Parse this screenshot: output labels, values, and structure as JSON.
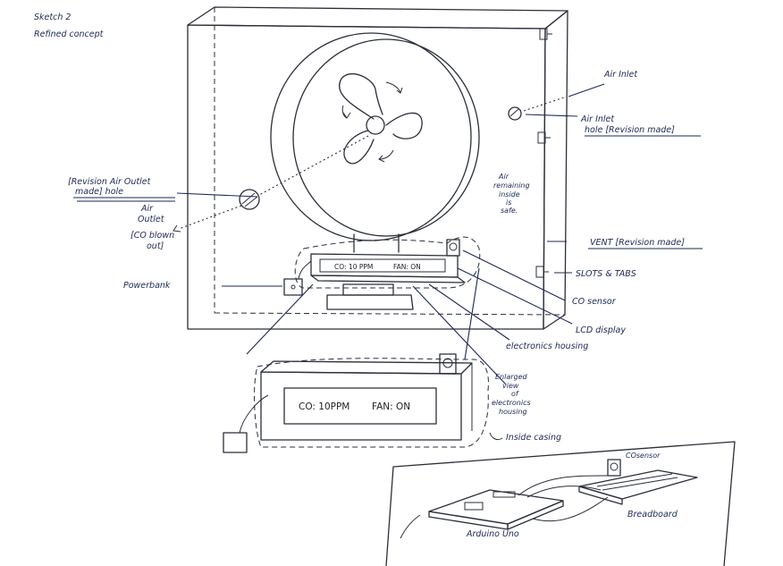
{
  "sketch": {
    "title": "Sketch 2",
    "subtitle": "Refined concept"
  },
  "labels": {
    "air_inlet": "Air Inlet",
    "air_inlet_hole_line1": "Air Inlet",
    "air_inlet_hole_line2": "hole  [Revision made]",
    "revision_outlet_line1": "[Revision  Air Outlet",
    "revision_outlet_line2": "made]  hole",
    "air_outlet_line1": "Air",
    "air_outlet_line2": "Outlet",
    "co_blown_line1": "[CO blown",
    "co_blown_line2": "out]",
    "air_remaining_line1": "Air",
    "air_remaining_line2": "remaining",
    "air_remaining_line3": "inside",
    "air_remaining_line4": "is",
    "air_remaining_line5": "safe.",
    "vent": "VENT [Revision made]",
    "slots_tabs": "SLOTS & TABS",
    "powerbank": "Powerbank",
    "co_sensor": "CO sensor",
    "lcd_display": "LCD display",
    "electronics_housing": "electronics housing",
    "enlarged_line1": "Enlarged",
    "enlarged_line2": "view",
    "enlarged_line3": "of",
    "enlarged_line4": "electronics",
    "enlarged_line5": "housing",
    "inside_casing": "Inside casing",
    "cosensor": "COsensor",
    "breadboard": "Breadboard",
    "arduino": "Arduino Uno"
  },
  "lcd": {
    "co_small": "CO: 10 PPM",
    "fan_small": "FAN: ON",
    "co_large": "CO: 10PPM",
    "fan_large": "FAN: ON"
  }
}
